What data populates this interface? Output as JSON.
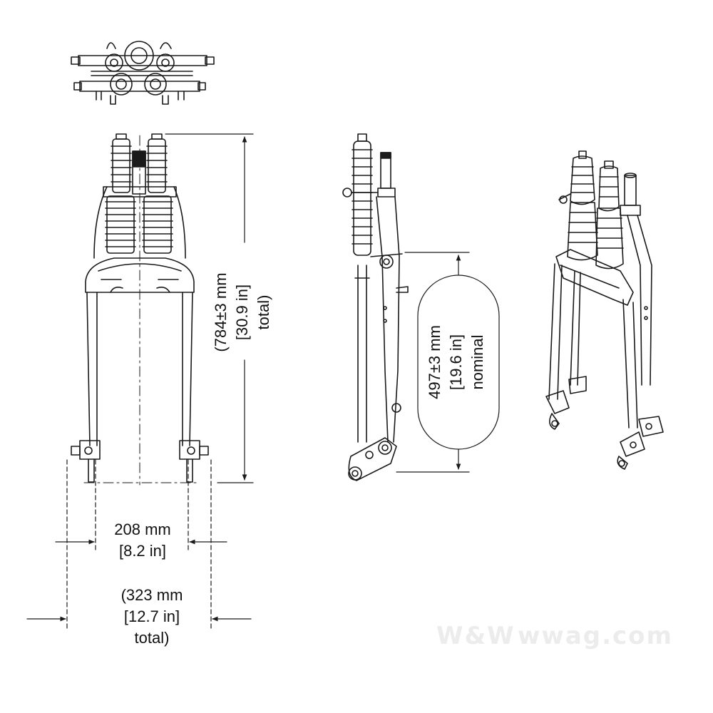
{
  "dimensions": {
    "total_height": {
      "value": "(784±3 mm",
      "imperial": "[30.9 in]",
      "note": "total)"
    },
    "nominal_travel": {
      "value": "497±3 mm",
      "imperial": "[19.6 in]",
      "note": "nominal"
    },
    "axle_width": {
      "value": "208 mm",
      "imperial": "[8.2 in]"
    },
    "total_width": {
      "value": "(323 mm",
      "imperial": "[12.7 in]",
      "note": "total)"
    }
  },
  "watermark": {
    "brand": "W&W",
    "site": "wwag.com"
  },
  "colors": {
    "line": "#1a1a1a",
    "background": "#ffffff",
    "watermark": "#ececec"
  }
}
